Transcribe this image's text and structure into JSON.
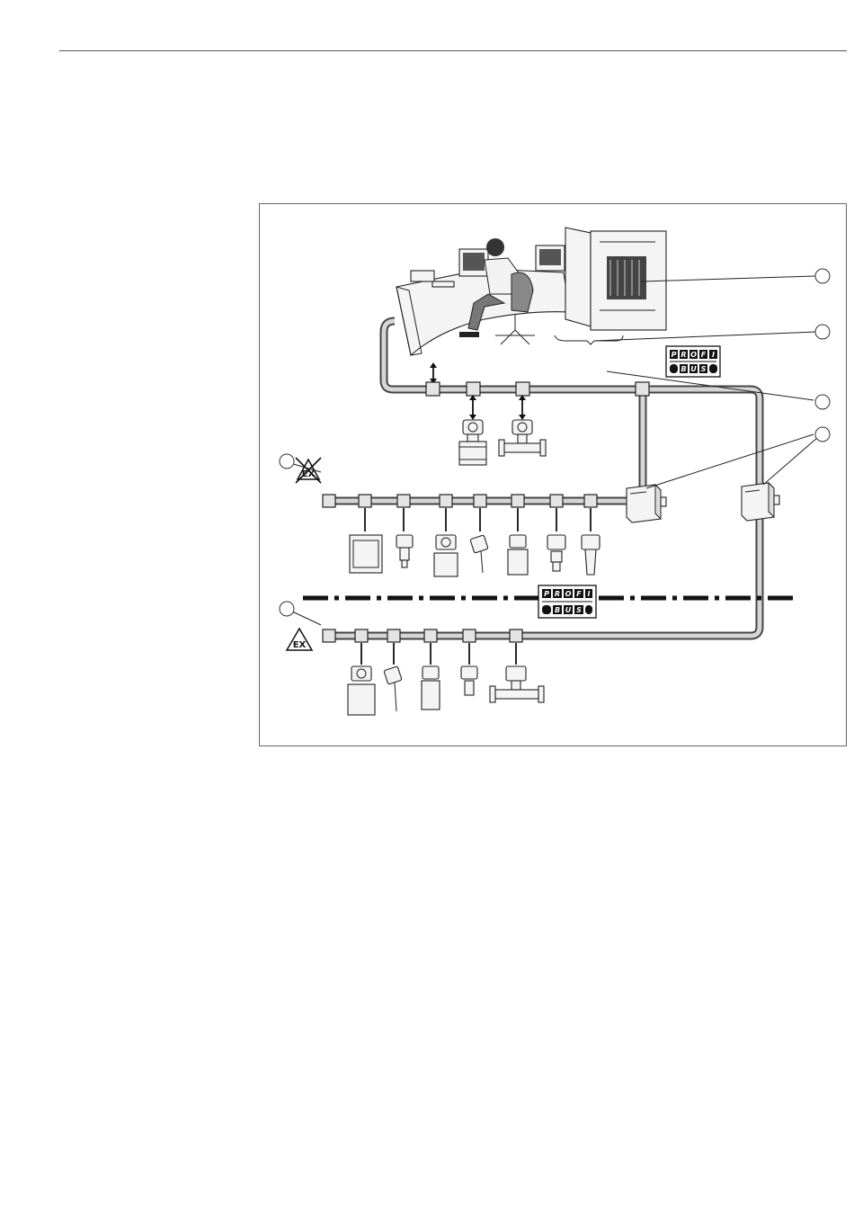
{
  "figure": {
    "logo_top": {
      "word_1": [
        "P",
        "R",
        "O",
        "F",
        "I"
      ],
      "word_2": [
        "B",
        "U",
        "S"
      ]
    },
    "logo_mid": {
      "word_1": [
        "P",
        "R",
        "O",
        "F",
        "I"
      ],
      "word_2": [
        "B",
        "U",
        "S"
      ]
    },
    "ex_label": "EX"
  },
  "icons": {
    "non_ex": "crossed-out-ex-icon",
    "ex": "ex-hazard-icon"
  }
}
